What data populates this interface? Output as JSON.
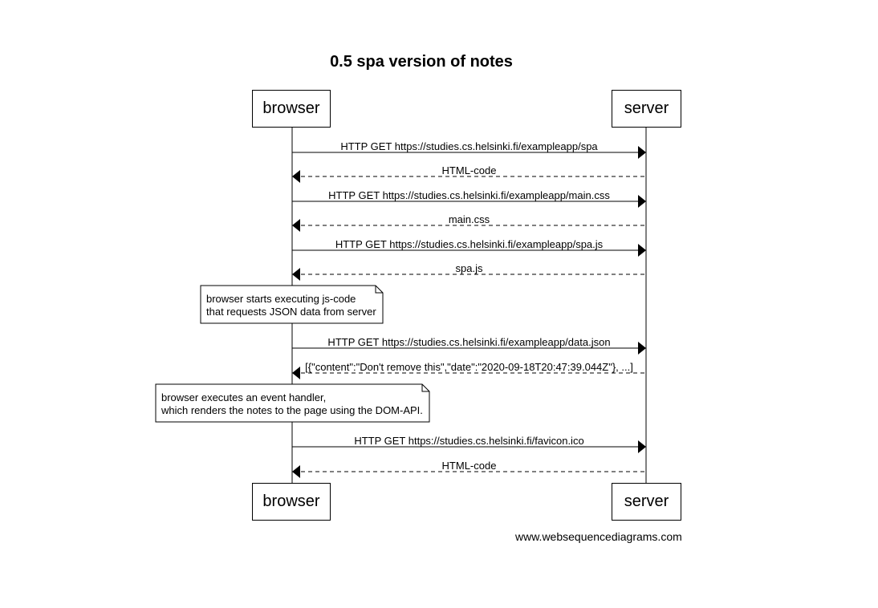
{
  "title": "0.5 spa version of notes",
  "participants": [
    "browser",
    "server"
  ],
  "messages": [
    {
      "label": "HTTP GET https://studies.cs.helsinki.fi/exampleapp/spa",
      "dashed": false
    },
    {
      "label": "HTML-code",
      "dashed": true
    },
    {
      "label": "HTTP GET https://studies.cs.helsinki.fi/exampleapp/main.css",
      "dashed": false
    },
    {
      "label": "main.css",
      "dashed": true
    },
    {
      "label": "HTTP GET https://studies.cs.helsinki.fi/exampleapp/spa.js",
      "dashed": false
    },
    {
      "label": "spa.js",
      "dashed": true
    },
    {
      "label": "HTTP GET https://studies.cs.helsinki.fi/exampleapp/data.json",
      "dashed": false
    },
    {
      "label": "[{\"content\":\"Don't remove this\",\"date\":\"2020-09-18T20:47:39.044Z\"}, ...]",
      "dashed": true
    },
    {
      "label": "HTTP GET https://studies.cs.helsinki.fi/favicon.ico",
      "dashed": false
    },
    {
      "label": "HTML-code",
      "dashed": true
    }
  ],
  "notes": [
    {
      "lines": [
        "browser starts executing js-code",
        "that requests JSON data from server"
      ]
    },
    {
      "lines": [
        "browser executes an event handler,",
        "which renders the notes to the page using the DOM-API."
      ]
    }
  ],
  "footer": "www.websequencediagrams.com"
}
